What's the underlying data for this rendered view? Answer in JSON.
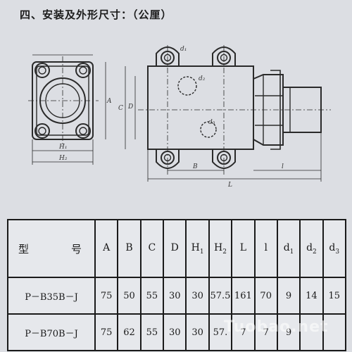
{
  "heading": "四、安装及外形尺寸：（公厘）",
  "drawing_labels": {
    "A": "A",
    "B": "B",
    "C": "C",
    "D": "D",
    "H1": "H₁",
    "H2": "H₂",
    "L": "L",
    "l": "l",
    "d1": "d₁",
    "d2": "d₂",
    "d3": "d₃"
  },
  "table": {
    "model_header_left": "型",
    "model_header_right": "号",
    "columns": [
      {
        "main": "A",
        "sub": ""
      },
      {
        "main": "B",
        "sub": ""
      },
      {
        "main": "C",
        "sub": ""
      },
      {
        "main": "D",
        "sub": ""
      },
      {
        "main": "H",
        "sub": "1"
      },
      {
        "main": "H",
        "sub": "2"
      },
      {
        "main": "L",
        "sub": ""
      },
      {
        "main": "l",
        "sub": ""
      },
      {
        "main": "d",
        "sub": "1"
      },
      {
        "main": "d",
        "sub": "2"
      },
      {
        "main": "d",
        "sub": "3"
      }
    ],
    "rows": [
      {
        "model": "P－B35B－J",
        "values": [
          "75",
          "50",
          "55",
          "30",
          "30",
          "57.5",
          "161",
          "70",
          "9",
          "14",
          "15"
        ]
      },
      {
        "model": "P－B70B－J",
        "values": [
          "75",
          "62",
          "55",
          "30",
          "30",
          "57.",
          "7",
          "7",
          "9",
          "",
          ""
        ]
      }
    ]
  },
  "watermark": "Tuobao.net"
}
